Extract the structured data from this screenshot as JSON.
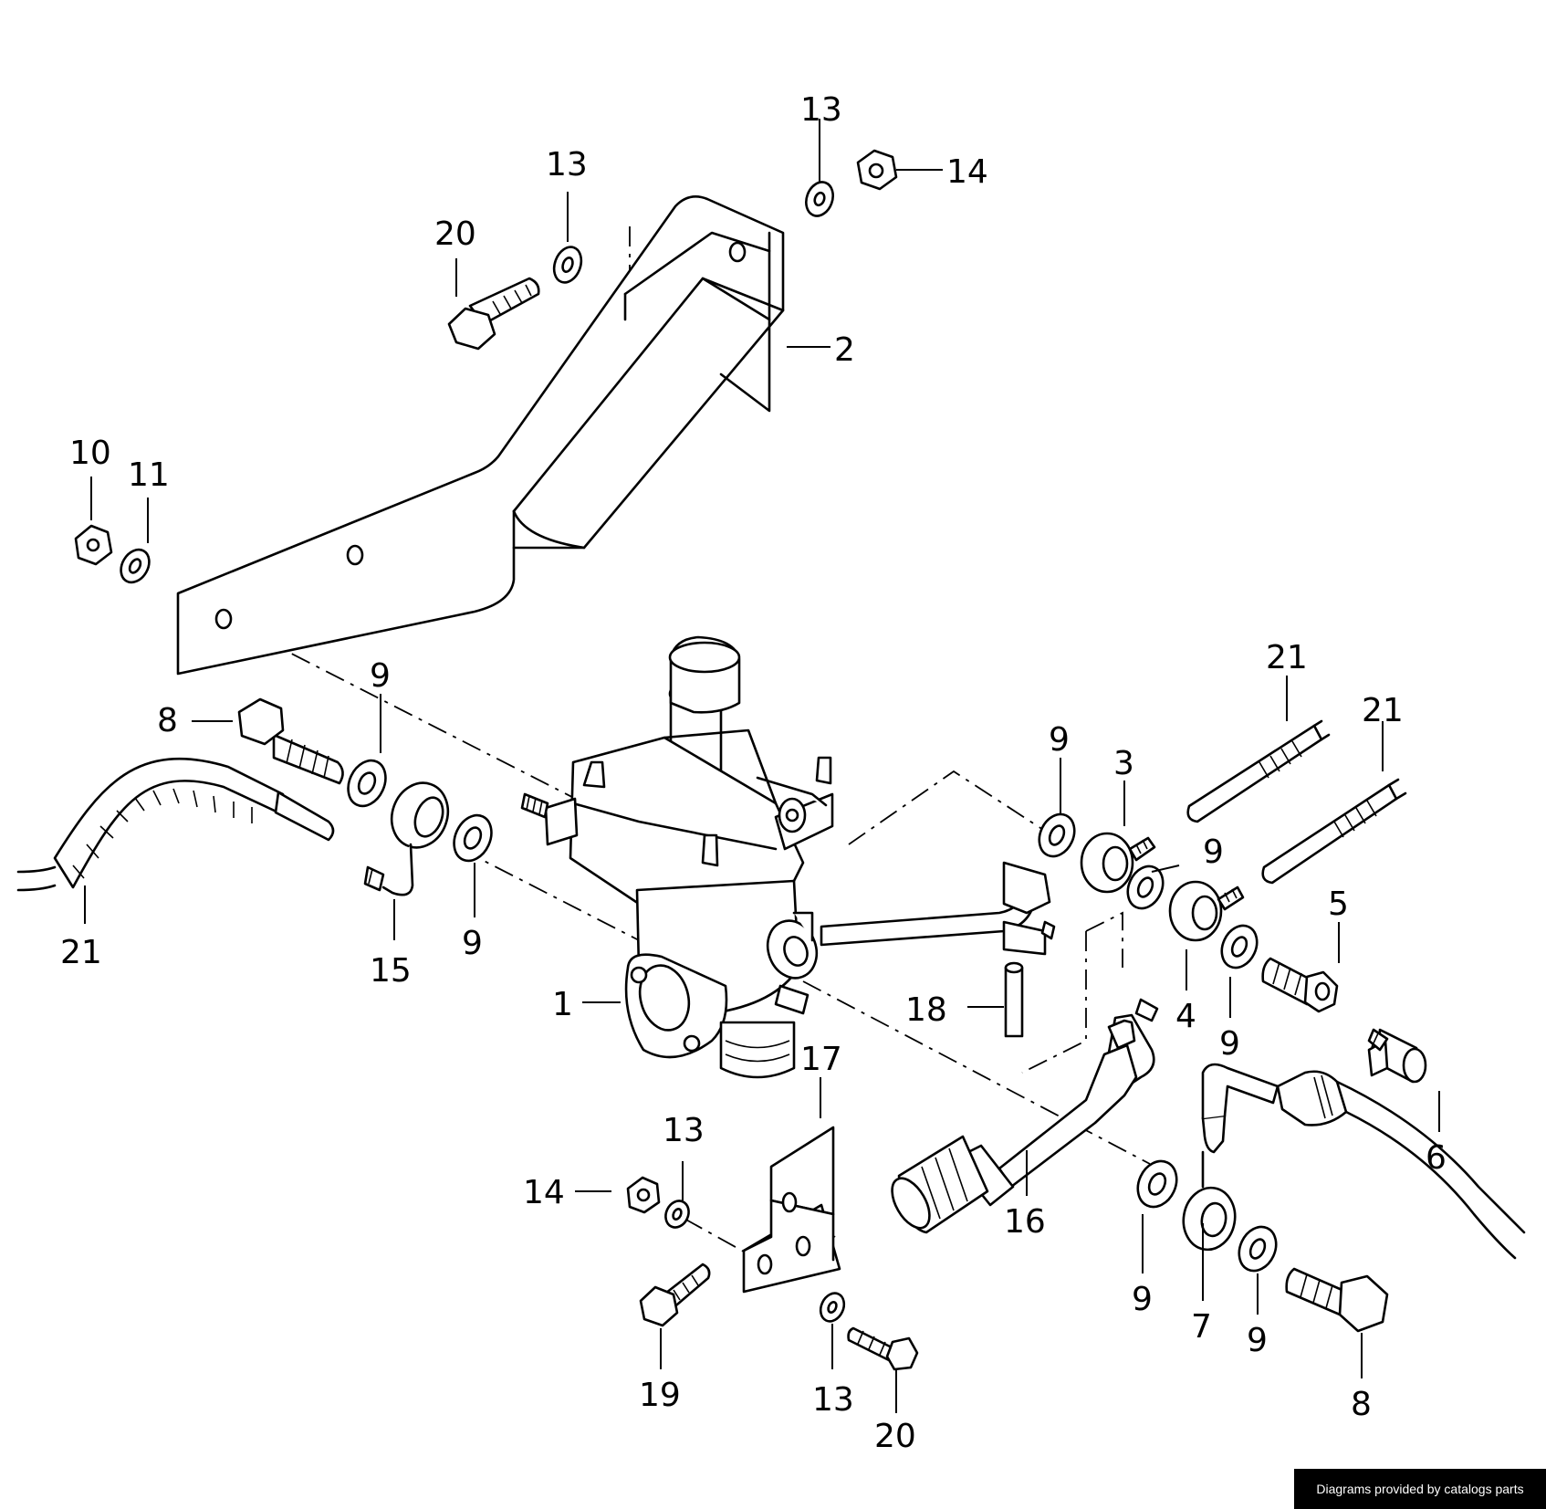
{
  "credit": "Diagrams provided by catalogs parts",
  "callouts": {
    "c1": "1",
    "c2": "2",
    "c3": "3",
    "c4": "4",
    "c5": "5",
    "c6": "6",
    "c7": "7",
    "c8a": "8",
    "c8b": "8",
    "c9a": "9",
    "c9b": "9",
    "c9c": "9",
    "c9d": "9",
    "c9e": "9",
    "c9f": "9",
    "c9g": "9",
    "c10": "10",
    "c11": "11",
    "c13a": "13",
    "c13b": "13",
    "c13c": "13",
    "c13d": "13",
    "c14a": "14",
    "c14b": "14",
    "c15": "15",
    "c16": "16",
    "c17": "17",
    "c18": "18",
    "c19": "19",
    "c20a": "20",
    "c20b": "20",
    "c21a": "21",
    "c21b": "21",
    "c21c": "21"
  }
}
